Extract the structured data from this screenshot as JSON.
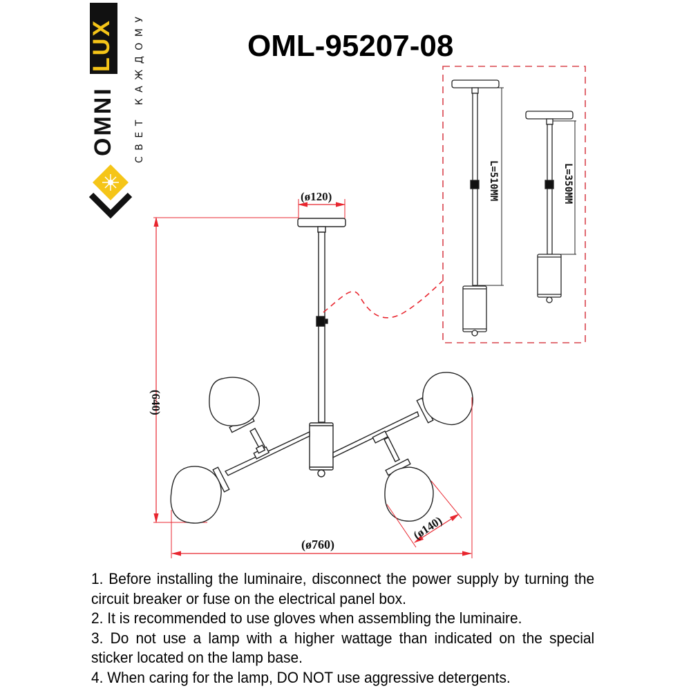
{
  "header": {
    "model": "OML-95207-08"
  },
  "brand": {
    "logo_left": "OMNI",
    "logo_right": "LUX",
    "tagline": "СВЕТ КАЖДОМУ",
    "colors": {
      "black": "#111111",
      "gold": "#f5c518"
    }
  },
  "diagram": {
    "dimensions": {
      "canopy_diameter": "(ø120)",
      "height": "(640)",
      "total_diameter": "(ø760)",
      "shade_diameter": "(ø140)"
    },
    "detail_inset": {
      "rod_long": "L=510MM",
      "rod_short": "L=350MM"
    },
    "colors": {
      "dimension_line": "#e8262f",
      "drawing": "#222222",
      "inset_border": "#d9434c"
    }
  },
  "instructions": [
    "1. Before installing the luminaire, disconnect the power supply by turning the circuit breaker or fuse on the electrical panel box.",
    "2. It is recommended to use gloves when assembling the luminaire.",
    "3. Do not use a lamp with a higher wattage than indicated on the special sticker located on the lamp base.",
    "4. When caring for the lamp, DO NOT use aggressive detergents."
  ]
}
